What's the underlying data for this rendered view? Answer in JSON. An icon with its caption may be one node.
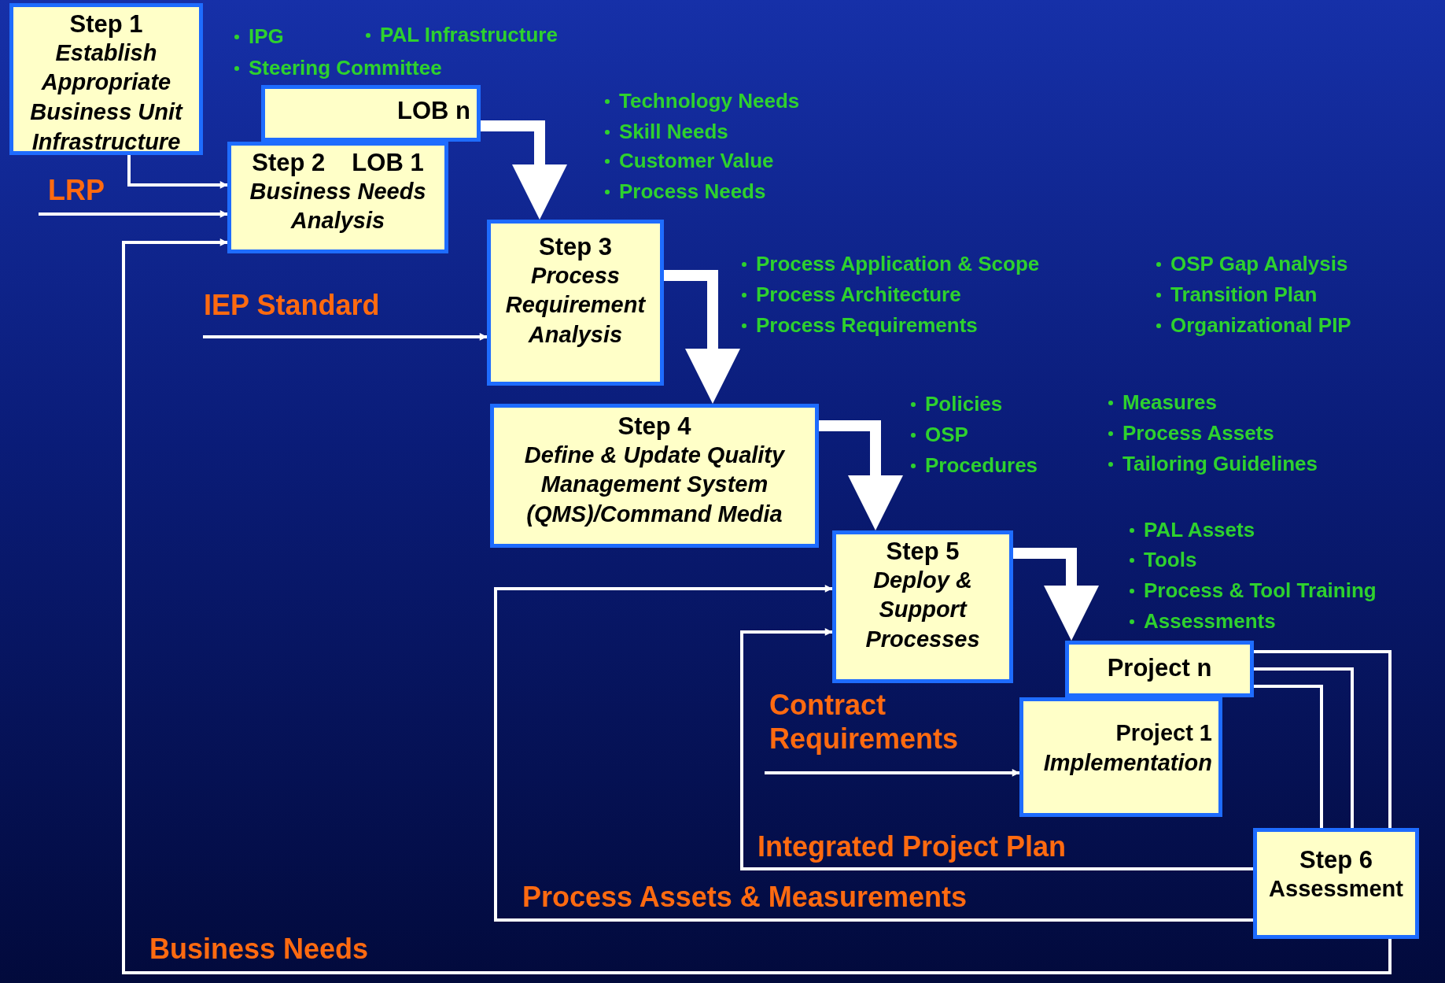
{
  "diagram": {
    "nodes": [
      {
        "text": [
          "Step 1",
          "Establish Appropriate Business Unit Infrastructure"
        ]
      },
      {
        "text": [
          "LOB n"
        ]
      },
      {
        "text": [
          "Step 2",
          "LOB 1",
          "Business Needs Analysis"
        ]
      },
      {
        "text": [
          "Step 3",
          "Process Requirement Analysis"
        ]
      },
      {
        "text": [
          "Step 4",
          "Define & Update Quality Management System (QMS)/Command Media"
        ]
      },
      {
        "text": [
          "Step 5",
          "Deploy & Support Processes"
        ]
      },
      {
        "text": [
          "Project n"
        ]
      },
      {
        "text": [
          "Project 1",
          "Implementation"
        ]
      },
      {
        "text": [
          "Step 6",
          "Assessment"
        ]
      }
    ],
    "edges": [
      {
        "from": 0,
        "to": 2,
        "arrow": "to"
      },
      {
        "from": null,
        "to": 2,
        "arrow": "to",
        "label": "LRP"
      },
      {
        "from": null,
        "to": 3,
        "arrow": "to",
        "label": "IEP Standard"
      },
      {
        "from": 1,
        "to": 3,
        "arrow": "to",
        "style": "thick"
      },
      {
        "from": 3,
        "to": 4,
        "arrow": "to",
        "style": "thick"
      },
      {
        "from": 4,
        "to": 5,
        "arrow": "to",
        "style": "thick"
      },
      {
        "from": 5,
        "to": 6,
        "arrow": "to",
        "style": "thick"
      },
      {
        "from": null,
        "to": 7,
        "arrow": "to",
        "label": "Contract Requirements"
      },
      {
        "from": 6,
        "to": 8,
        "arrow": "none"
      },
      {
        "from": 6,
        "to": 8,
        "arrow": "none"
      },
      {
        "from": 6,
        "to": 8,
        "arrow": "none"
      },
      {
        "from": 8,
        "to": 5,
        "arrow": "to",
        "label": "Integrated Project Plan"
      },
      {
        "from": 8,
        "to": 5,
        "arrow": "to",
        "label": "Process Assets & Measurements"
      },
      {
        "from": 8,
        "to": 2,
        "arrow": "to",
        "label": "Business Needs"
      }
    ],
    "labels": [
      "IPG",
      "PAL Infrastructure",
      "Steering Committee",
      "Technology Needs",
      "Skill Needs",
      "Customer Value",
      "Process Needs",
      "Process Application & Scope",
      "Process Architecture",
      "Process Requirements",
      "OSP Gap Analysis",
      "Transition Plan",
      "Organizational PIP",
      "Policies",
      "OSP",
      "Procedures",
      "Measures",
      "Process Assets",
      "Tailoring Guidelines",
      "PAL Assets",
      "Tools",
      "Process & Tool Training",
      "Assessments"
    ]
  }
}
